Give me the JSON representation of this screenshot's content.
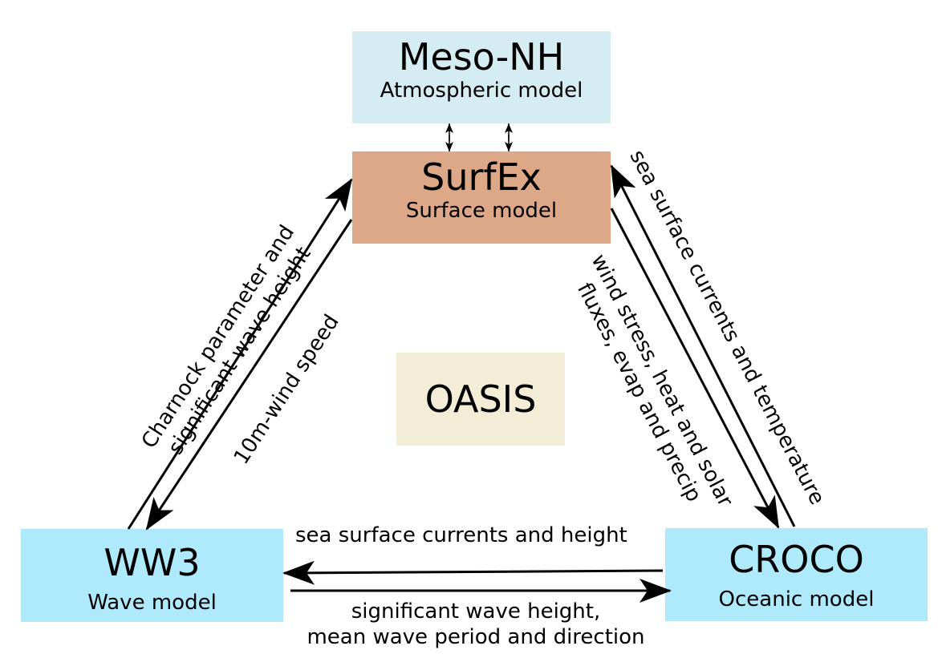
{
  "colors": {
    "meso_nh": "#d6ecf3",
    "surfex": "#dda887",
    "oasis": "#f3ecd6",
    "ww3": "#aeeafc",
    "croco": "#aeeafc",
    "arrows": "#000000"
  },
  "nodes": {
    "meso_nh": {
      "title": "Meso-NH",
      "subtitle": "Atmospheric model"
    },
    "surfex": {
      "title": "SurfEx",
      "subtitle": "Surface model"
    },
    "oasis": {
      "title": "OASIS"
    },
    "ww3": {
      "title": "WW3",
      "subtitle": "Wave model"
    },
    "croco": {
      "title": "CROCO",
      "subtitle": "Oceanic model"
    }
  },
  "edges": {
    "ww3_to_surfex": {
      "lines": [
        "Charnock parameter and",
        "significant wave height"
      ]
    },
    "surfex_to_ww3": {
      "lines": [
        "10m-wind speed"
      ]
    },
    "surfex_to_croco": {
      "lines": [
        "wind stress, heat and solar",
        "fluxes, evap and precip"
      ]
    },
    "croco_to_surfex": {
      "lines": [
        "sea surface currents and temperature"
      ]
    },
    "croco_to_ww3": {
      "lines": [
        "sea surface currents and height"
      ]
    },
    "ww3_to_croco": {
      "lines": [
        "significant wave height,",
        "mean wave period and direction"
      ]
    }
  }
}
